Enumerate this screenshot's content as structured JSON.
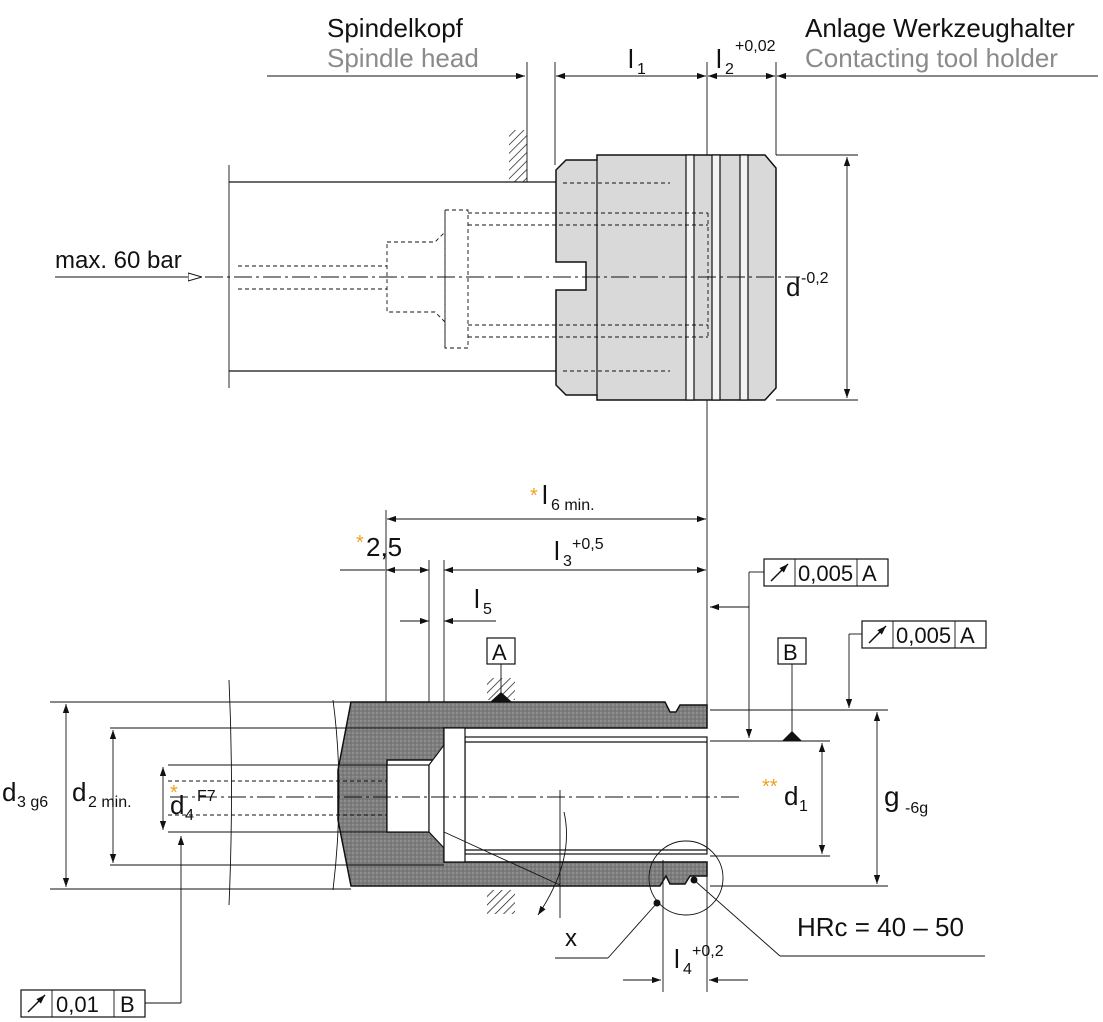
{
  "top_view": {
    "spindle_head_de": "Spindelkopf",
    "spindle_head_en": "Spindle head",
    "tool_holder_de": "Anlage Werkzeughalter",
    "tool_holder_en": "Contacting tool holder",
    "pressure": "max. 60 bar",
    "dim_l1": "l",
    "dim_l1_sub": "1",
    "dim_l2": "l",
    "dim_l2_sub": "2",
    "dim_l2_tol": "+0,02",
    "dim_d": "d",
    "dim_d_tol": "-0,2"
  },
  "section_view": {
    "star": "*",
    "double_star": "**",
    "dim_l6": "l",
    "dim_l6_sub": "6 min.",
    "dim_25": "2,5",
    "dim_l3": "l",
    "dim_l3_sub": "3",
    "dim_l3_tol": "+0,5",
    "dim_l5": "l",
    "dim_l5_sub": "5",
    "datum_a": "A",
    "datum_b": "B",
    "dim_d3": "d",
    "dim_d3_sub": "3 g6",
    "dim_d2": "d",
    "dim_d2_sub": "2 min.",
    "dim_d4": "d",
    "dim_d4_sub": "4",
    "dim_d4_tol": "F7",
    "dim_d1": "d",
    "dim_d1_sub": "1",
    "dim_g": "g",
    "dim_g_tol": "-6g",
    "detail_x": "x",
    "hardness": "HRc = 40 – 50",
    "dim_l4": "l",
    "dim_l4_sub": "4",
    "dim_l4_tol": "+0,2"
  },
  "tolerance_frames": [
    {
      "symbol": "runout-arrow",
      "value": "0,005",
      "datum": "A"
    },
    {
      "symbol": "runout-arrow",
      "value": "0,005",
      "datum": "A"
    },
    {
      "symbol": "runout-arrow",
      "value": "0,01",
      "datum": "B"
    }
  ],
  "colors": {
    "line": "#111111",
    "part_fill": "#d9d9d9",
    "section_fill": "#7d7d7d",
    "secondary_text": "#8a8a8a",
    "star": "#f0a020"
  }
}
